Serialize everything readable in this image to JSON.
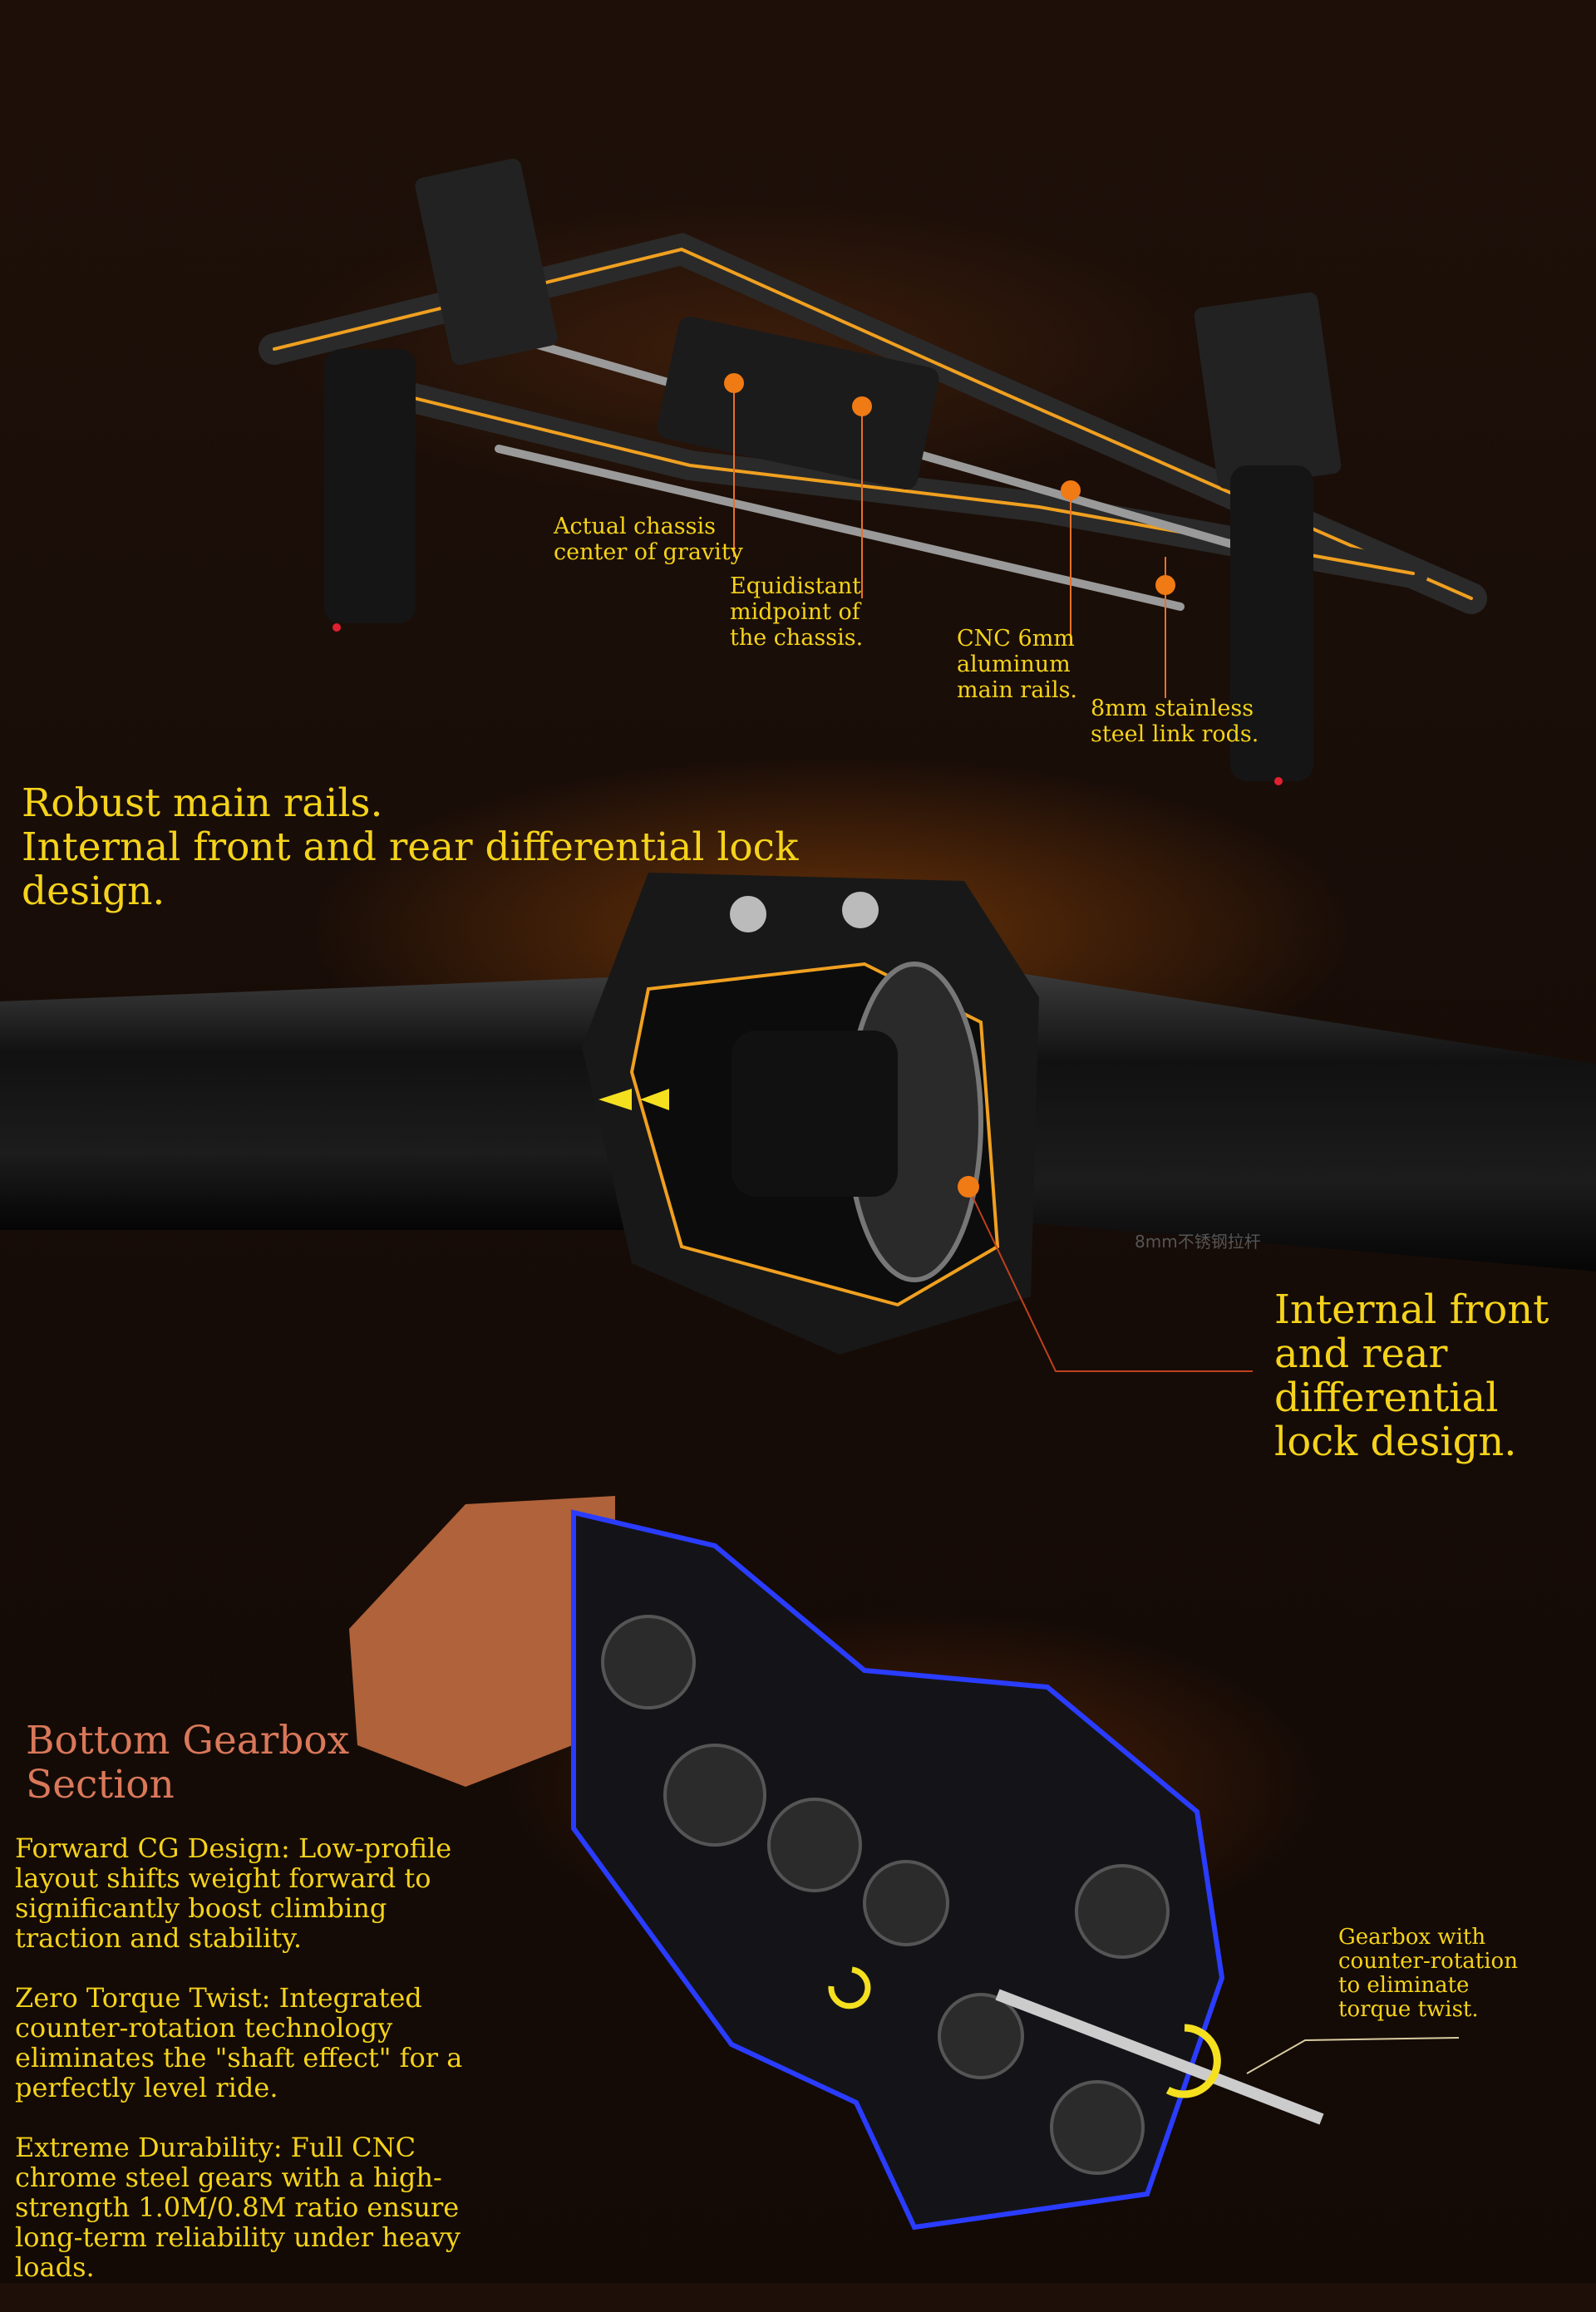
{
  "chassis_section": {
    "callouts": [
      {
        "label": "Actual chassis\ncenter of gravity"
      },
      {
        "label": "Equidistant\nmidpoint of\nthe chassis."
      },
      {
        "label": "CNC 6mm\naluminum\nmain rails."
      },
      {
        "label": "8mm stainless\nsteel link rods."
      }
    ],
    "heading": "Robust main rails.\nInternal front and rear differential lock\ndesign."
  },
  "axle_section": {
    "watermark": "8mm不锈钢拉杆",
    "callout": "Internal front\nand rear\ndifferential\nlock design."
  },
  "gearbox_section": {
    "title": "Bottom Gearbox\nSection",
    "paragraphs": [
      "Forward CG Design: Low-profile layout shifts weight forward to significantly boost climbing traction and stability.",
      "Zero Torque Twist: Integrated counter-rotation technology eliminates the \"shaft effect\" for a perfectly level ride.",
      "Extreme Durability: Full CNC chrome steel gears with a high-strength 1.0M/0.8M ratio ensure long-term reliability under heavy loads."
    ],
    "callout": "Gearbox with\ncounter-rotation\nto eliminate\ntorque twist."
  },
  "colors": {
    "accent_yellow": "#f5d31a",
    "marker_orange": "#f07a14",
    "title_copper": "#d9785a",
    "cutaway_blue": "#2a3cff"
  }
}
